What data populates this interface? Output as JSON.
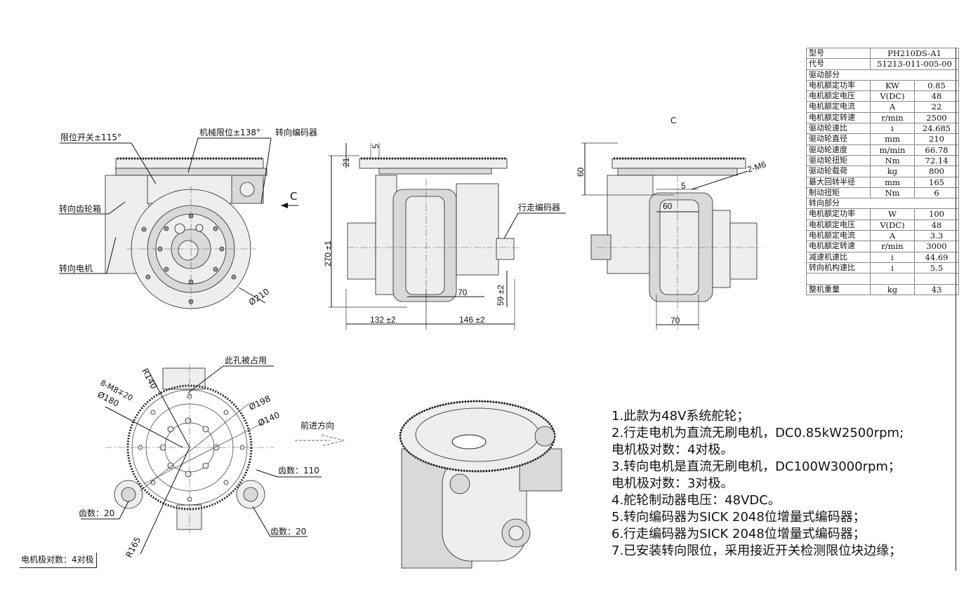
{
  "drawing": {
    "side_view_labels": {
      "limit_switch": "限位开关±115°",
      "mech_limit": "机械限位±138°",
      "steer_encoder": "转向编码器",
      "steer_gearbox": "转向齿轮箱",
      "steer_motor": "转向电机",
      "view_c": "C",
      "dia_210": "Ø210"
    },
    "front_view_dims": {
      "d_5": "5",
      "d_21": "21",
      "d_270": "270 ±1",
      "d_70": "70",
      "d_59": "59 ±2",
      "d_132": "132 ±2",
      "d_146": "146 ±2",
      "travel_encoder": "行走编码器"
    },
    "c_view": {
      "title": "C",
      "d_60_v": "60",
      "d_5": "5",
      "d_60_h": "60",
      "d_70": "70",
      "thread": "2-M6"
    },
    "top_view": {
      "r140": "R140",
      "holes": "8-M8∓20",
      "d180": "Ø180",
      "occupied": "此孔被占用",
      "d198": "Ø198",
      "d140": "Ø140",
      "forward": "前进方向",
      "teeth_110": "齿数：110",
      "teeth_20a": "齿数：20",
      "teeth_20b": "齿数：20",
      "r165": "R165"
    },
    "bottom_tag": "电机极对数：4对极"
  },
  "spec_table": {
    "model_label": "型号",
    "model_value": "PH210DS-A1",
    "code_label": "代号",
    "code_value": "51213-011-005-00",
    "drive_section": "驱动部分",
    "drive_rows": [
      {
        "name": "电机额定功率",
        "unit": "KW",
        "value": "0.85"
      },
      {
        "name": "电机额定电压",
        "unit": "V(DC)",
        "value": "48"
      },
      {
        "name": "电机额定电流",
        "unit": "A",
        "value": "22"
      },
      {
        "name": "电机额定转速",
        "unit": "r/min",
        "value": "2500"
      },
      {
        "name": "驱动轮速比",
        "unit": "i",
        "value": "24.685"
      },
      {
        "name": "驱动轮直径",
        "unit": "mm",
        "value": "210"
      },
      {
        "name": "驱动轮速度",
        "unit": "m/min",
        "value": "66.78"
      },
      {
        "name": "驱动轮扭矩",
        "unit": "Nm",
        "value": "72.14"
      },
      {
        "name": "驱动轮载荷",
        "unit": "kg",
        "value": "800"
      },
      {
        "name": "最大回转半径",
        "unit": "mm",
        "value": "165"
      },
      {
        "name": "制动扭矩",
        "unit": "Nm",
        "value": "6"
      }
    ],
    "steer_section": "转向部分",
    "steer_rows": [
      {
        "name": "电机额定功率",
        "unit": "W",
        "value": "100"
      },
      {
        "name": "电机额定电压",
        "unit": "V(DC)",
        "value": "48"
      },
      {
        "name": "电机额定电流",
        "unit": "A",
        "value": "3.3"
      },
      {
        "name": "电机额定转速",
        "unit": "r/min",
        "value": "3000"
      },
      {
        "name": "减速机速比",
        "unit": "i",
        "value": "44.69"
      },
      {
        "name": "转向机构速比",
        "unit": "i",
        "value": "5.5"
      }
    ],
    "weight_row": {
      "name": "整机重量",
      "unit": "kg",
      "value": "43"
    }
  },
  "notes": [
    "1.此款为48V系统舵轮；",
    "2.行走电机为直流无刷电机，DC0.85kW2500rpm;",
    "电机极对数：4对极。",
    "3.转向电机是直流无刷电机，DC100W3000rpm；",
    "电机极对数：3对极。",
    "4.舵轮制动器电压：48VDC。",
    "5.转向编码器为SICK 2048位增量式编码器；",
    "6.行走编码器为SICK 2048位增量式编码器；",
    "7.已安装转向限位，采用接近开关检测限位块边缘；"
  ]
}
